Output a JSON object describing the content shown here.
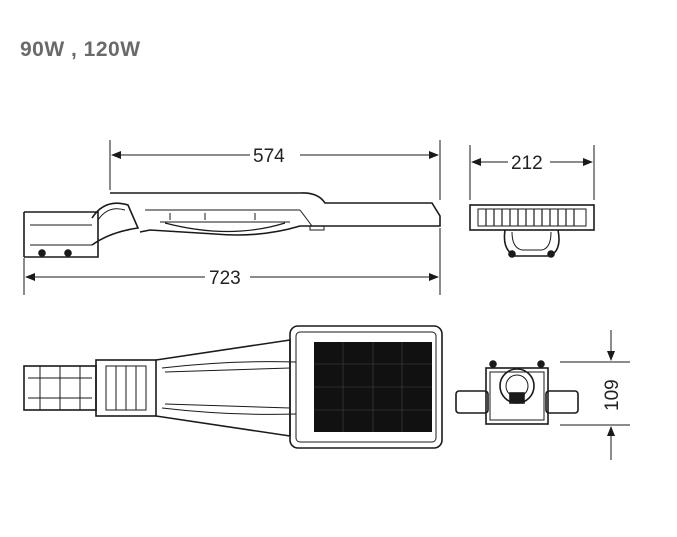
{
  "title": "90W , 120W",
  "dimensions": {
    "side_length": "574",
    "total_length": "723",
    "front_width": "212",
    "end_height": "109"
  },
  "colors": {
    "line": "#1a1a1a",
    "title": "#6a6a6a",
    "panel": "#111111"
  }
}
